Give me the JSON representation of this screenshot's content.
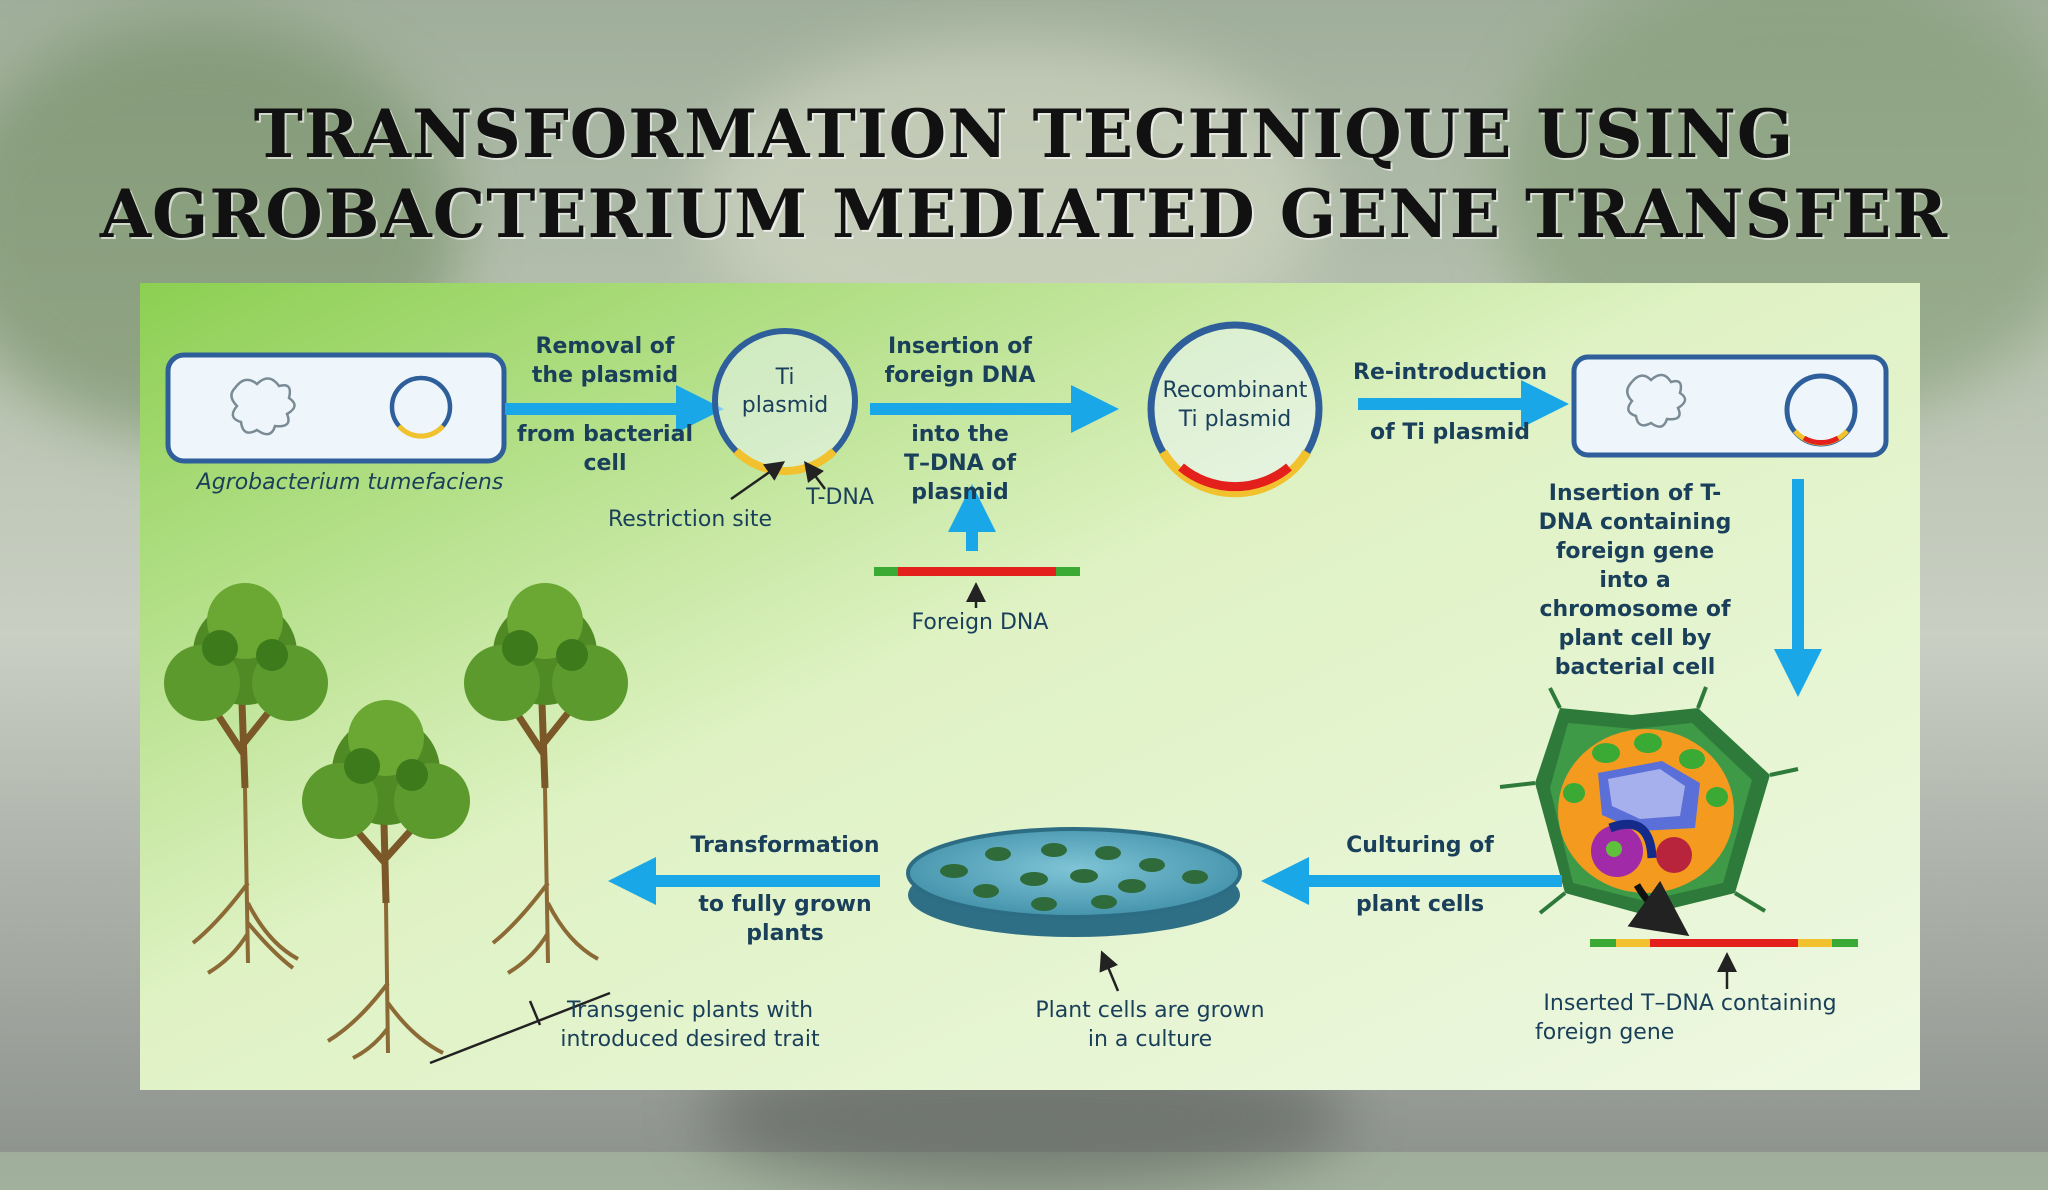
{
  "slide": {
    "title_line1": "TRANSFORMATION TECHNIQUE USING",
    "title_line2": "AGROBACTERIUM MEDIATED GENE TRANSFER"
  },
  "diagram": {
    "agrobacterium_label": "Agrobacterium tumefaciens",
    "removal_line1": "Removal of",
    "removal_line2": "the plasmid",
    "removal_line3": "from bacterial",
    "removal_line4": "cell",
    "ti_plasmid_line1": "Ti",
    "ti_plasmid_line2": "plasmid",
    "t_dna": "T-DNA",
    "restriction_site": "Restriction site",
    "insertion_line1": "Insertion of",
    "insertion_line2": "foreign DNA",
    "insertion_line3": "into the",
    "insertion_line4": "T–DNA of",
    "insertion_line5": "plasmid",
    "foreign_dna": "Foreign DNA",
    "recombinant_line1": "Recombinant",
    "recombinant_line2": "Ti plasmid",
    "reintro_line1": "Re-introduction",
    "reintro_line2": "of Ti plasmid",
    "insertion_tdna_lines": [
      "Insertion of T-",
      "DNA containing",
      "foreign gene",
      "into a",
      "chromosome of",
      "plant cell by",
      "bacterial cell"
    ],
    "inserted_tdna_line1": "Inserted T–DNA containing",
    "inserted_tdna_line2": "foreign gene",
    "culturing_line1": "Culturing of",
    "culturing_line2": "plant cells",
    "culture_caption_line1": "Plant cells are grown",
    "culture_caption_line2": "in a culture",
    "transformation_line1": "Transformation",
    "transformation_line2": "to fully grown",
    "transformation_line3": "plants",
    "transgenic_line1": "Transgenic plants with",
    "transgenic_line2": "introduced desired trait"
  },
  "colors": {
    "arrow": "#1aa7e8",
    "plasmid": "#2f5f9a",
    "tdna_yellow": "#f2c12e",
    "foreign_red": "#e3201b",
    "dna_green": "#3aaa35"
  }
}
